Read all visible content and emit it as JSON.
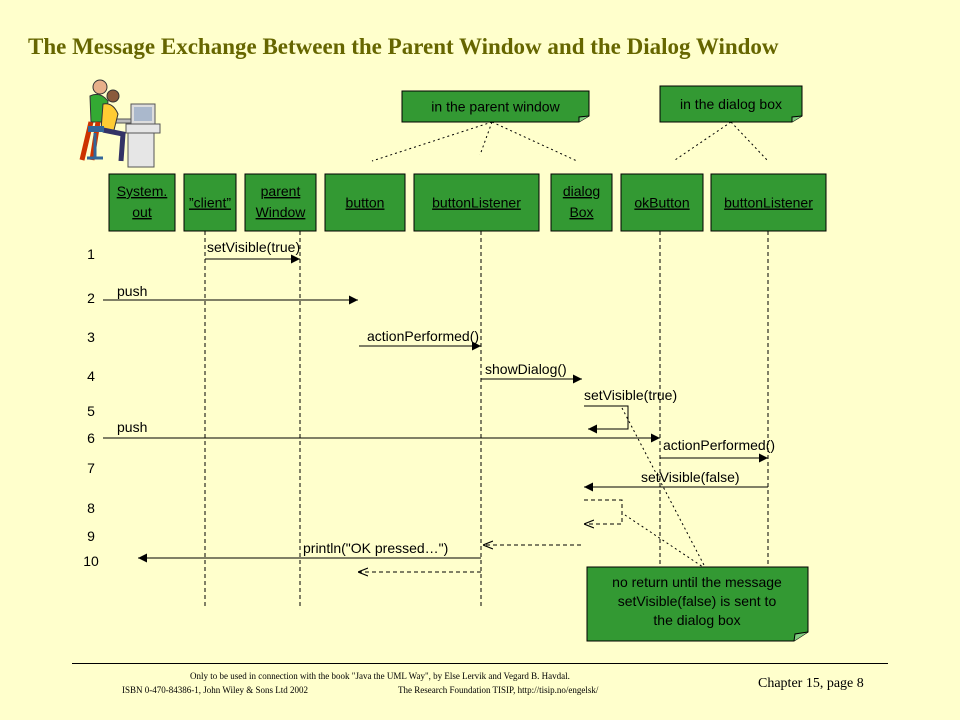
{
  "title": "The Message Exchange Between the Parent Window and the Dialog Window",
  "notes": {
    "parent": "in the parent window",
    "dialog": "in the dialog box",
    "warning": [
      "no return until the message",
      "setVisible(false) is sent to",
      "the dialog box"
    ]
  },
  "objects": [
    {
      "lines": [
        "System.",
        "out"
      ]
    },
    {
      "lines": [
        "”client”"
      ]
    },
    {
      "lines": [
        "parent",
        "Window"
      ]
    },
    {
      "lines": [
        "button"
      ]
    },
    {
      "lines": [
        "buttonListener"
      ]
    },
    {
      "lines": [
        "dialog",
        "Box"
      ]
    },
    {
      "lines": [
        "okButton"
      ]
    },
    {
      "lines": [
        "buttonListener"
      ]
    }
  ],
  "steps": [
    "1",
    "2",
    "3",
    "4",
    "5",
    "6",
    "7",
    "8",
    "9",
    "10"
  ],
  "messages": {
    "m1": "setVisible(true)",
    "m2": "push",
    "m3": "actionPerformed()",
    "m4": "showDialog()",
    "m5": "setVisible(true)",
    "m6": "push",
    "m6b": "actionPerformed()",
    "m7": "setVisible(false)",
    "m10": "println(\"OK pressed…\")"
  },
  "footer": {
    "line1": "Only to be used in connection with the book \"Java the UML Way\", by Else Lervik and Vegard B. Havdal.",
    "line2": "ISBN 0-470-84386-1, John Wiley & Sons Ltd 2002",
    "line3": "The Research Foundation TISIP, http://tisip.no/engelsk/",
    "page": "Chapter 15, page 8"
  }
}
